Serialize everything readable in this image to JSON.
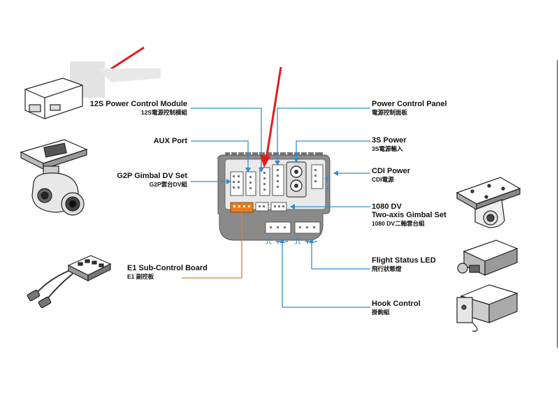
{
  "diagram": {
    "accent_blue": "#2f8fce",
    "accent_orange": "#e67e22",
    "arrow_red": "#e41b1b",
    "labels": {
      "power_control_module": {
        "en": "12S Power Control Module",
        "zh": "12S電源控制模組"
      },
      "aux_port": {
        "en": "AUX Port"
      },
      "g2p_gimbal": {
        "en": "G2P Gimbal DV Set",
        "zh": "G2P雲台DV組"
      },
      "e1_board": {
        "en": "E1 Sub-Control Board",
        "zh": "E1 副控板"
      },
      "power_control_panel": {
        "en": "Power Control Panel",
        "zh": "電源控制面板"
      },
      "power_3s": {
        "en": "3S Power",
        "zh": "3S電源輸入"
      },
      "cdi_power": {
        "en": "CDI Power",
        "zh": "CDI電源"
      },
      "gimbal_1080": {
        "en1": "1080 DV",
        "en2": "Two-axis Gimbal Set",
        "zh": "1080 DV二軸雲台組"
      },
      "flight_led": {
        "en": "Flight Status LED",
        "zh": "飛行狀態燈"
      },
      "hook_control": {
        "en": "Hook Control",
        "zh": "掛鉤組"
      }
    },
    "symbols": {
      "plus": "+",
      "minus": "-",
      "pulse": "⎍"
    }
  }
}
